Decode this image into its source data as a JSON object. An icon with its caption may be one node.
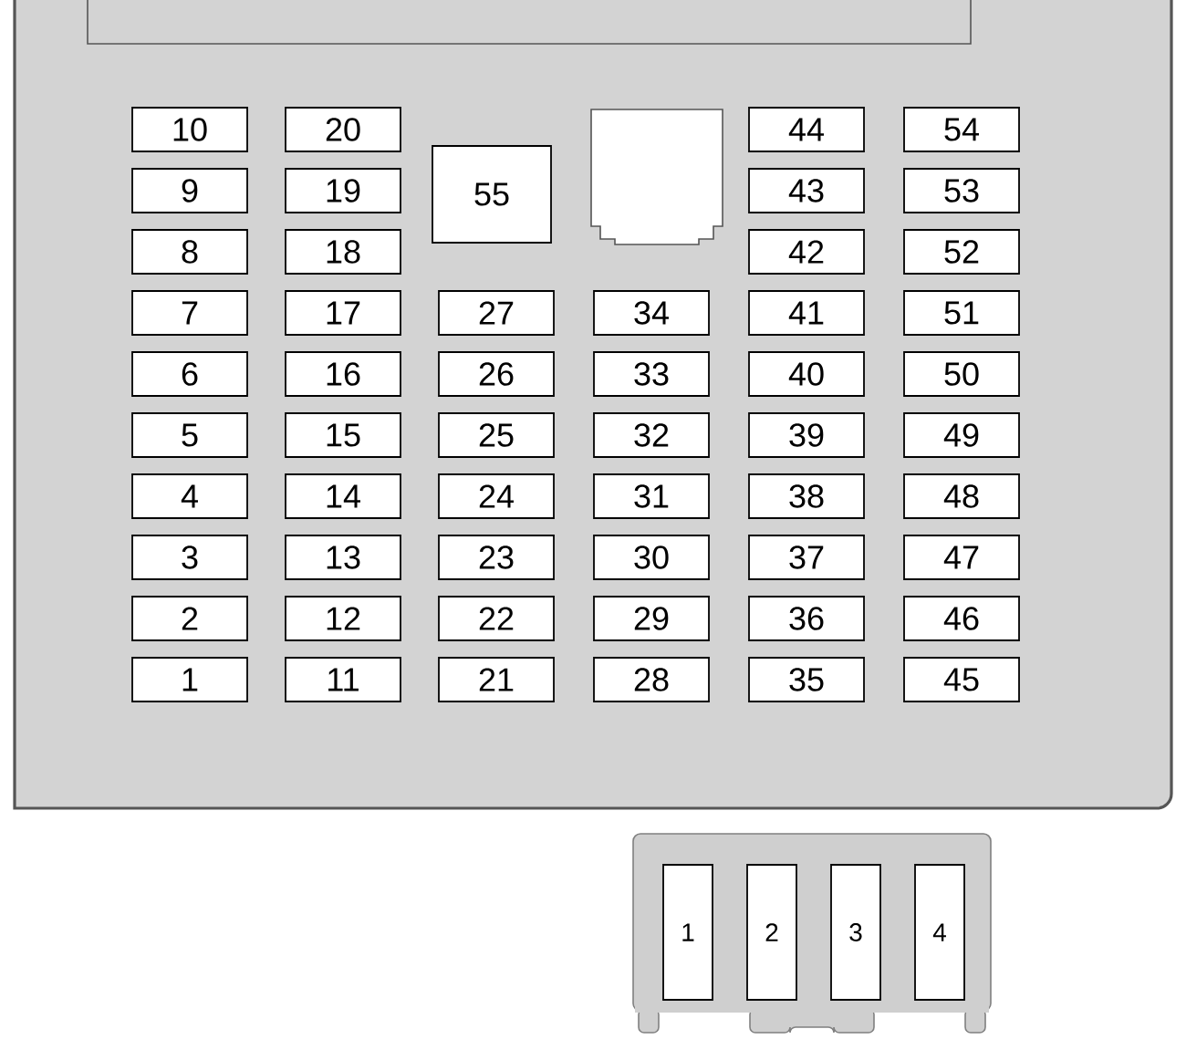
{
  "diagram": {
    "nodes": [
      {
        "text": [],
        "shape": "box"
      },
      {
        "text": [],
        "shape": "box",
        "in": 0
      },
      {
        "text": [
          "10"
        ],
        "in": 0
      },
      {
        "text": [
          "20"
        ],
        "in": 0
      },
      {
        "text": [],
        "shape": "box",
        "in": 0
      },
      {
        "text": [
          "44"
        ],
        "in": 0
      },
      {
        "text": [
          "54"
        ],
        "in": 0
      },
      {
        "text": [
          "9"
        ],
        "in": 0
      },
      {
        "text": [
          "19"
        ],
        "in": 0
      },
      {
        "text": [
          "55"
        ],
        "in": 0
      },
      {
        "text": [
          "43"
        ],
        "in": 0
      },
      {
        "text": [
          "53"
        ],
        "in": 0
      },
      {
        "text": [
          "8"
        ],
        "in": 0
      },
      {
        "text": [
          "18"
        ],
        "in": 0
      },
      {
        "text": [
          "42"
        ],
        "in": 0
      },
      {
        "text": [
          "52"
        ],
        "in": 0
      },
      {
        "text": [
          "7"
        ],
        "in": 0
      },
      {
        "text": [
          "17"
        ],
        "in": 0
      },
      {
        "text": [
          "27"
        ],
        "in": 0
      },
      {
        "text": [
          "34"
        ],
        "in": 0
      },
      {
        "text": [
          "41"
        ],
        "in": 0
      },
      {
        "text": [
          "51"
        ],
        "in": 0
      },
      {
        "text": [
          "6"
        ],
        "in": 0
      },
      {
        "text": [
          "16"
        ],
        "in": 0
      },
      {
        "text": [
          "26"
        ],
        "in": 0
      },
      {
        "text": [
          "33"
        ],
        "in": 0
      },
      {
        "text": [
          "40"
        ],
        "in": 0
      },
      {
        "text": [
          "50"
        ],
        "in": 0
      },
      {
        "text": [
          "5"
        ],
        "in": 0
      },
      {
        "text": [
          "15"
        ],
        "in": 0
      },
      {
        "text": [
          "25"
        ],
        "in": 0
      },
      {
        "text": [
          "32"
        ],
        "in": 0
      },
      {
        "text": [
          "39"
        ],
        "in": 0
      },
      {
        "text": [
          "49"
        ],
        "in": 0
      },
      {
        "text": [
          "4"
        ],
        "in": 0
      },
      {
        "text": [
          "14"
        ],
        "in": 0
      },
      {
        "text": [
          "24"
        ],
        "in": 0
      },
      {
        "text": [
          "31"
        ],
        "in": 0
      },
      {
        "text": [
          "38"
        ],
        "in": 0
      },
      {
        "text": [
          "48"
        ],
        "in": 0
      },
      {
        "text": [
          "3"
        ],
        "in": 0
      },
      {
        "text": [
          "13"
        ],
        "in": 0
      },
      {
        "text": [
          "23"
        ],
        "in": 0
      },
      {
        "text": [
          "30"
        ],
        "in": 0
      },
      {
        "text": [
          "37"
        ],
        "in": 0
      },
      {
        "text": [
          "47"
        ],
        "in": 0
      },
      {
        "text": [
          "2"
        ],
        "in": 0
      },
      {
        "text": [
          "12"
        ],
        "in": 0
      },
      {
        "text": [
          "22"
        ],
        "in": 0
      },
      {
        "text": [
          "29"
        ],
        "in": 0
      },
      {
        "text": [
          "36"
        ],
        "in": 0
      },
      {
        "text": [
          "46"
        ],
        "in": 0
      },
      {
        "text": [
          "1"
        ],
        "in": 0
      },
      {
        "text": [
          "11"
        ],
        "in": 0
      },
      {
        "text": [
          "21"
        ],
        "in": 0
      },
      {
        "text": [
          "28"
        ],
        "in": 0
      },
      {
        "text": [
          "35"
        ],
        "in": 0
      },
      {
        "text": [
          "45"
        ],
        "in": 0
      },
      {
        "text": [],
        "shape": "box"
      },
      {
        "text": [
          "1"
        ],
        "in": 58
      },
      {
        "text": [
          "2"
        ],
        "in": 58
      },
      {
        "text": [
          "3"
        ],
        "in": 58
      },
      {
        "text": [
          "4"
        ],
        "in": 58
      }
    ]
  }
}
